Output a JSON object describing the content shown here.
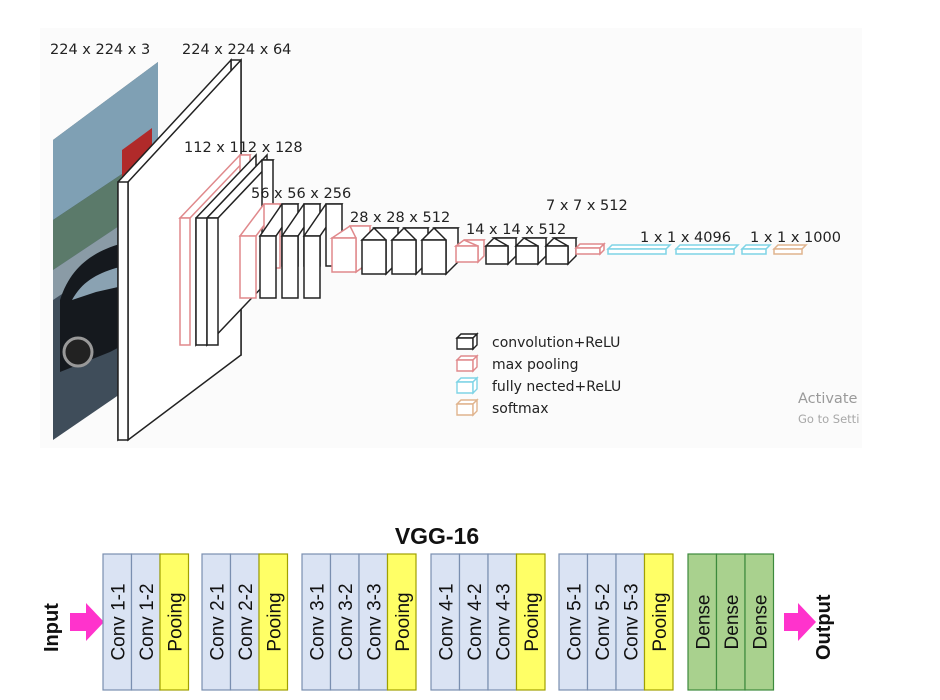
{
  "top_diagram": {
    "dimension_labels": {
      "input": "224 x 224 x 3",
      "conv1": "224 x 224 x 64",
      "conv2": "112 x 112 x 128",
      "conv3": "56 x 56 x 256",
      "conv4": "28 x 28 x 512",
      "conv5": "14 x 14 x 512",
      "pool5": "7 x 7 x 512",
      "fc": "1 x 1 x 4096",
      "softmax": "1 x 1 x 1000"
    },
    "legend": [
      {
        "label": "convolution+ReLU",
        "color": "#222222"
      },
      {
        "label": "max pooling",
        "color": "#e0898c"
      },
      {
        "label": "fully nected+ReLU",
        "color": "#7fd4e6"
      },
      {
        "label": "softmax",
        "color": "#e0b48e"
      }
    ],
    "watermark": {
      "line1": "Activate",
      "line2": "Go to Setti"
    }
  },
  "vgg16": {
    "title": "VGG-16",
    "input_label": "Input",
    "output_label": "Output",
    "groups": [
      {
        "layers": [
          "Conv 1-1",
          "Conv 1-2",
          "Pooing"
        ]
      },
      {
        "layers": [
          "Conv 2-1",
          "Conv 2-2",
          "Pooing"
        ]
      },
      {
        "layers": [
          "Conv 3-1",
          "Conv 3-2",
          "Conv 3-3",
          "Pooing"
        ]
      },
      {
        "layers": [
          "Conv 4-1",
          "Conv 4-2",
          "Conv 4-3",
          "Pooing"
        ]
      },
      {
        "layers": [
          "Conv 5-1",
          "Conv 5-2",
          "Conv 5-3",
          "Pooing"
        ]
      },
      {
        "layers": [
          "Dense",
          "Dense",
          "Dense"
        ]
      }
    ],
    "colors": {
      "conv": "#dae3f3",
      "pool": "#ffff66",
      "dense": "#a9d18e",
      "arrow": "#ff33cc"
    }
  }
}
